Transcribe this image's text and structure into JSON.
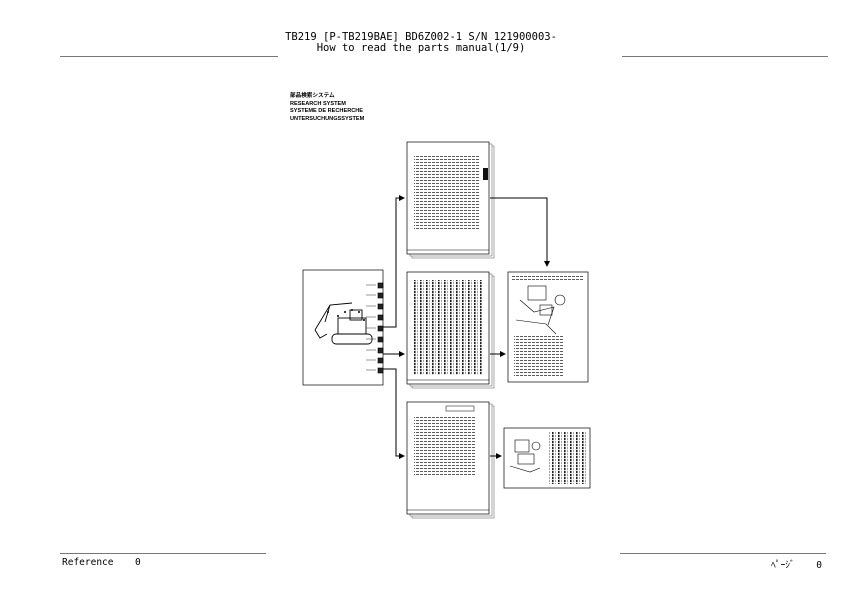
{
  "header": {
    "line1": "TB219 [P-TB219BAE] BD6Z002-1 S/N 121900003-",
    "line2": "How to read the parts manual(1/9)"
  },
  "system_labels": [
    "部品検索システム",
    "RESEARCH SYSTEM",
    "SYSTEME DE RECHERCHE",
    "UNTERSUCHUNGSSYSTEM"
  ],
  "footer": {
    "reference_label": "Reference",
    "reference_value": "0",
    "page_label": "ﾍﾟｰｼﾞ",
    "page_value": "0"
  }
}
